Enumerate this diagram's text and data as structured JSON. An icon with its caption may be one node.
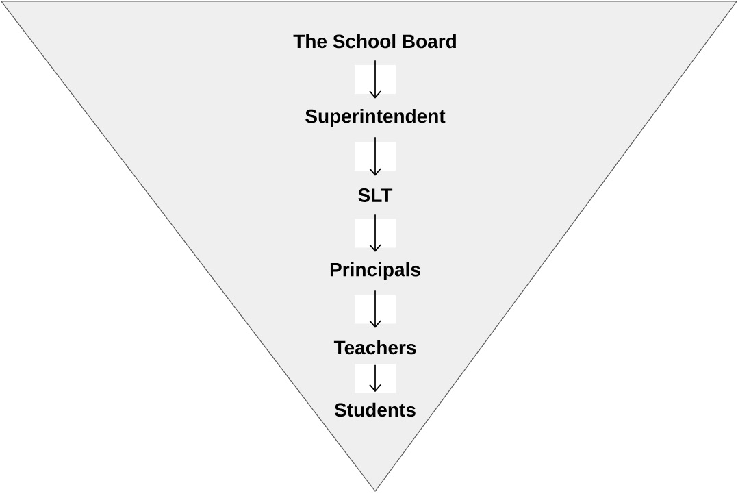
{
  "diagram": {
    "nodes": [
      {
        "text": [],
        "shape": "triangle"
      },
      {
        "text": [
          "The School Board"
        ],
        "in": 0
      },
      {
        "text": [
          "Superintendent"
        ],
        "in": 0
      },
      {
        "text": [
          "SLT"
        ],
        "in": 0
      },
      {
        "text": [
          "Principals"
        ],
        "in": 0
      },
      {
        "text": [
          "Teachers"
        ],
        "in": 0
      },
      {
        "text": [
          "Students"
        ],
        "in": 0
      }
    ],
    "edges": [
      {
        "from": 1,
        "to": 2,
        "arrow": "to"
      },
      {
        "from": 2,
        "to": 3,
        "arrow": "to"
      },
      {
        "from": 3,
        "to": 4,
        "arrow": "to"
      },
      {
        "from": 4,
        "to": 5,
        "arrow": "to"
      },
      {
        "from": 5,
        "to": 6,
        "arrow": "to"
      }
    ]
  }
}
